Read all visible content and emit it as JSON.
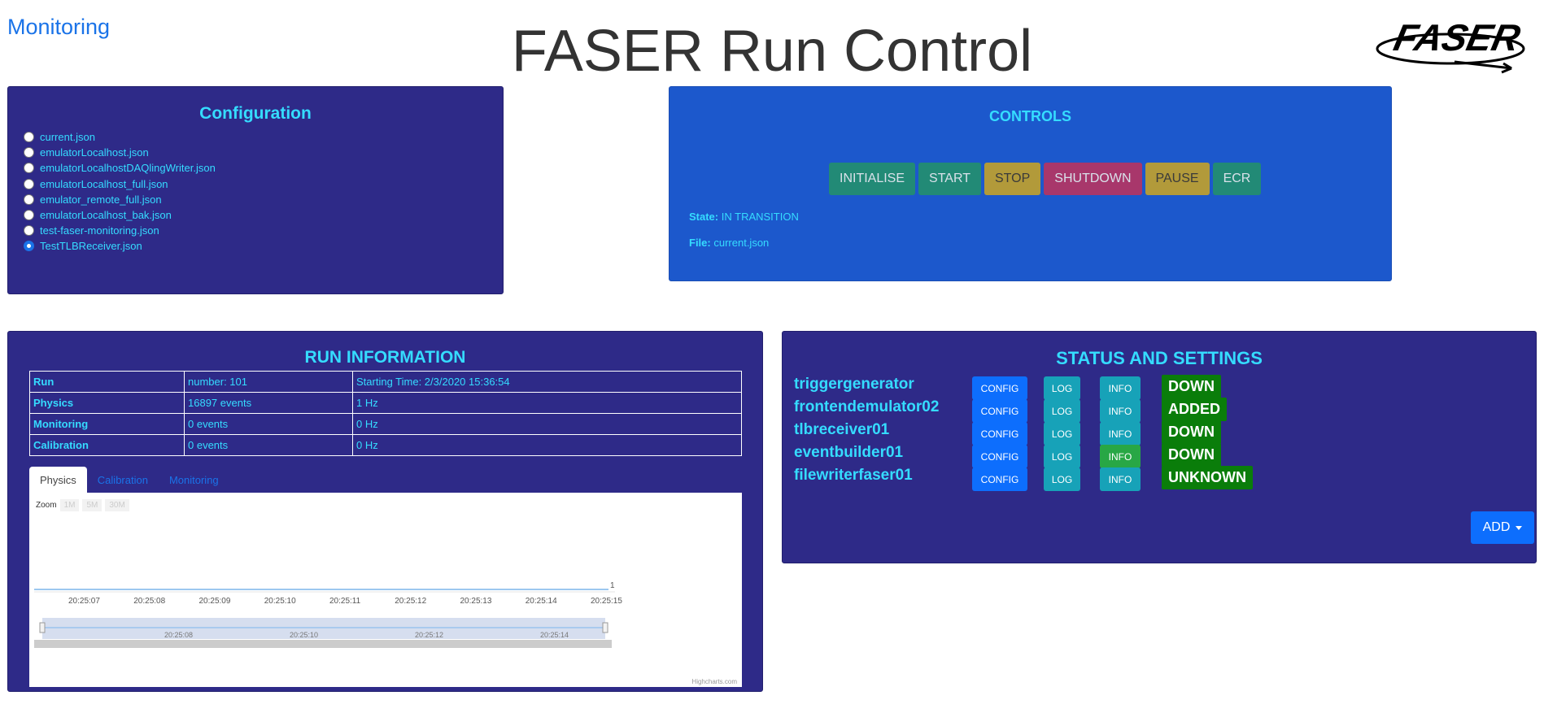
{
  "nav": {
    "monitoring_link": "Monitoring"
  },
  "header": {
    "title": "FASER Run Control",
    "logo_text": "FASER"
  },
  "configuration": {
    "title": "Configuration",
    "files": [
      "current.json",
      "emulatorLocalhost.json",
      "emulatorLocalhostDAQlingWriter.json",
      "emulatorLocalhost_full.json",
      "emulator_remote_full.json",
      "emulatorLocalhost_bak.json",
      "test-faser-monitoring.json",
      "TestTLBReceiver.json"
    ],
    "selected": "TestTLBReceiver.json"
  },
  "controls": {
    "title": "CONTROLS",
    "buttons": [
      "INITIALISE",
      "START",
      "STOP",
      "SHUTDOWN",
      "PAUSE",
      "ECR"
    ],
    "state_label": "State:",
    "state_value": "IN TRANSITION",
    "file_label": "File:",
    "file_value": "current.json"
  },
  "run_info": {
    "title": "RUN INFORMATION",
    "rows": [
      {
        "label": "Run",
        "value": "number: 101",
        "extra": "Starting Time: 2/3/2020 15:36:54"
      },
      {
        "label": "Physics",
        "value": "16897 events",
        "extra": "1 Hz"
      },
      {
        "label": "Monitoring",
        "value": "0 events",
        "extra": "0 Hz"
      },
      {
        "label": "Calibration",
        "value": "0 events",
        "extra": "0 Hz"
      }
    ],
    "tabs": [
      "Physics",
      "Calibration",
      "Monitoring"
    ],
    "active_tab": "Physics"
  },
  "chart_data": {
    "type": "line",
    "title": "",
    "zoom_label": "Zoom",
    "zoom_buttons": [
      "1M",
      "5M",
      "30M"
    ],
    "x": [
      "20:25:07",
      "20:25:08",
      "20:25:09",
      "20:25:10",
      "20:25:11",
      "20:25:12",
      "20:25:13",
      "20:25:14",
      "20:25:15"
    ],
    "series": [
      {
        "values": [
          1,
          1,
          1,
          1,
          1,
          1,
          1,
          1,
          1
        ]
      }
    ],
    "end_label": "1",
    "navigator_ticks": [
      "20:25:08",
      "20:25:10",
      "20:25:12",
      "20:25:14"
    ],
    "credit": "Highcharts.com",
    "line_color": "#7cb5ec"
  },
  "status": {
    "title": "STATUS AND SETTINGS",
    "components": [
      {
        "name": "triggergenerator",
        "state": "DOWN",
        "info_active": false
      },
      {
        "name": "frontendemulator02",
        "state": "ADDED",
        "info_active": false
      },
      {
        "name": "tlbreceiver01",
        "state": "DOWN",
        "info_active": false
      },
      {
        "name": "eventbuilder01",
        "state": "DOWN",
        "info_active": true
      },
      {
        "name": "filewriterfaser01",
        "state": "UNKNOWN",
        "info_active": false
      }
    ],
    "config_label": "CONFIG",
    "log_label": "LOG",
    "info_label": "INFO",
    "add_label": "ADD"
  },
  "colors": {
    "panel": "#2e2a88",
    "controls_panel": "#1c58cc",
    "accent_text": "#35dcff",
    "badge": "#0a7d0a"
  }
}
